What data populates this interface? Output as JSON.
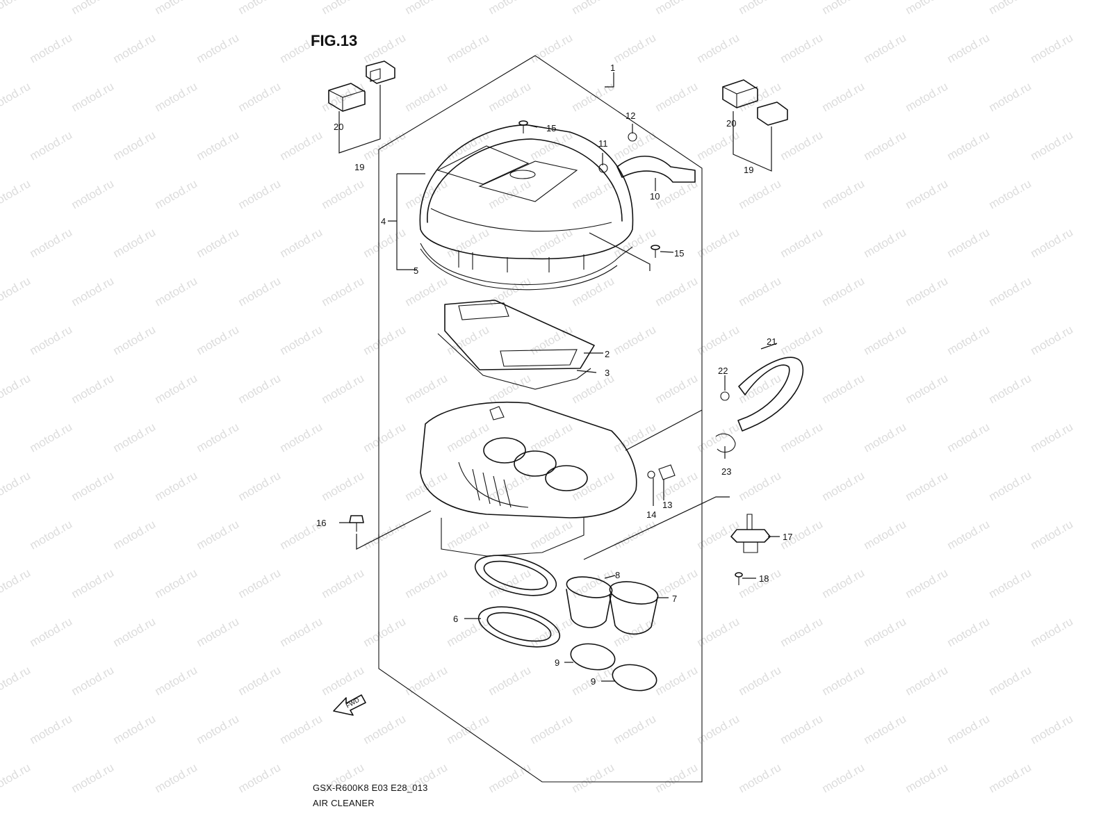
{
  "figure": {
    "title": "FIG.13",
    "model_code": "GSX-R600K8 E03 E28_013",
    "caption": "AIR CLEANER",
    "fwd_label": "FWD"
  },
  "watermark": {
    "text": "motod.ru"
  },
  "callouts": [
    "1",
    "2",
    "3",
    "4",
    "5",
    "6",
    "7",
    "8",
    "9",
    "9",
    "10",
    "11",
    "12",
    "13",
    "14",
    "15",
    "15",
    "16",
    "17",
    "18",
    "19",
    "19",
    "20",
    "20",
    "21",
    "22",
    "23"
  ],
  "colors": {
    "ink": "#111111",
    "watermark": "#dcdcdc",
    "background": "#ffffff"
  }
}
